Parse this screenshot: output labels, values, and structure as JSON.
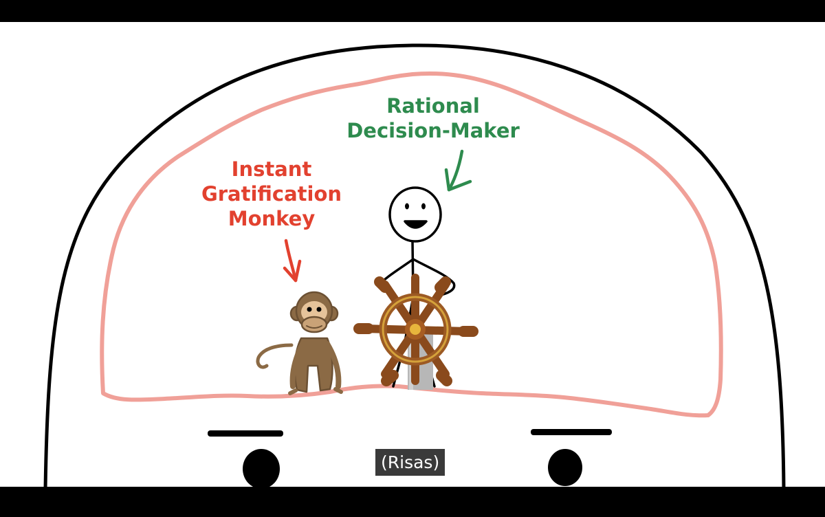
{
  "labels": {
    "rational_decision_maker": [
      "Rational",
      "Decision-Maker"
    ],
    "instant_gratification_monkey": [
      "Instant",
      "Gratification",
      "Monkey"
    ]
  },
  "subtitle": "(Risas)",
  "colors": {
    "rational_label": "#2e8b4e",
    "monkey_label": "#e2412f",
    "brain_outline": "#f0a098",
    "monkey_body": "#8b6a45",
    "wheel_wood": "#8a4a1c",
    "wheel_hub": "#e7b53c",
    "subtitle_bg": "#3a3a3a"
  },
  "icons": {
    "head": "head-outline",
    "brain": "brain-outline",
    "stick_figure": "stick-figure",
    "monkey": "monkey",
    "ship_wheel": "ship-wheel-icon",
    "arrow_green": "curved-arrow-down-icon",
    "arrow_red": "curved-arrow-down-icon"
  }
}
